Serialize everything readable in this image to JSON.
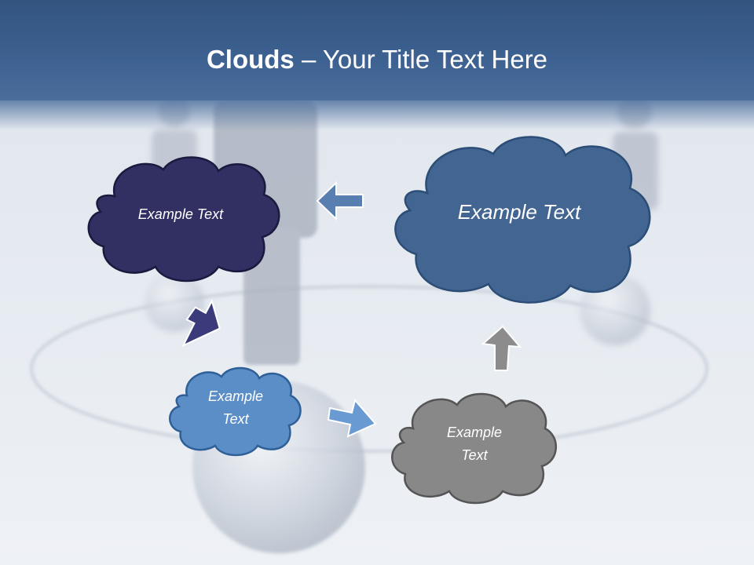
{
  "slide": {
    "title_bold": "Clouds",
    "title_separator": " – ",
    "title_rest": "Your Title Text Here"
  },
  "clouds": [
    {
      "id": "top-left",
      "text": "Example Text",
      "fill": "#323063",
      "stroke": "#1a1a3e"
    },
    {
      "id": "top-right",
      "text": "Example Text",
      "fill": "#426591",
      "stroke": "#2b4d76"
    },
    {
      "id": "bottom-left",
      "text": "Example Text",
      "fill": "#5b8ec6",
      "stroke": "#2f5f97"
    },
    {
      "id": "bottom-right",
      "text": "Example Text",
      "fill": "#888888",
      "stroke": "#555555"
    }
  ],
  "colors": {
    "title_bar": "#3d6191",
    "arrow_left": "#5279ad",
    "arrow_down": "#3b3a7a",
    "arrow_right": "#6a9ad2",
    "arrow_up": "#8c8c8c"
  }
}
